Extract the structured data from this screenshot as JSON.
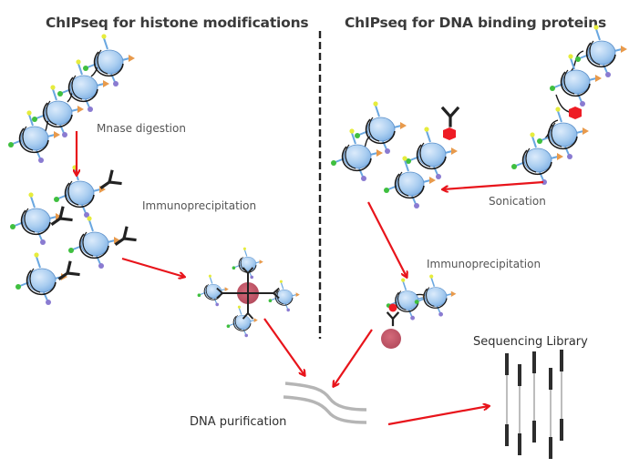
{
  "titles": {
    "left": "ChIPseq for histone modifications",
    "right": "ChIPseq for DNA binding proteins"
  },
  "steps": {
    "mnase": "Mnase digestion",
    "ip_left": "Immunoprecipitation",
    "sonication": "Sonication",
    "ip_right": "Immunoprecipitation",
    "dna_purification": "DNA purification",
    "library": "Sequencing Library"
  },
  "colors": {
    "arrow": "#e8141b",
    "nucleosome": "#a9cdf0",
    "nucleosome_edge": "#5b8fc9",
    "dna": "#1a1a1a",
    "bead": "#c45a6a",
    "protein": "#ee1c25",
    "antibody": "#222222",
    "mark_yellow": "#e6ec3c",
    "mark_green": "#3fbf3f",
    "mark_purple": "#8a7bd1",
    "mark_orange": "#e89a4c",
    "purified_dna": "#b5b5b5",
    "library_end": "#2d2d2d",
    "library_mid": "#bdbdbd",
    "divider": "#222222",
    "title": "#3a3a3a"
  }
}
